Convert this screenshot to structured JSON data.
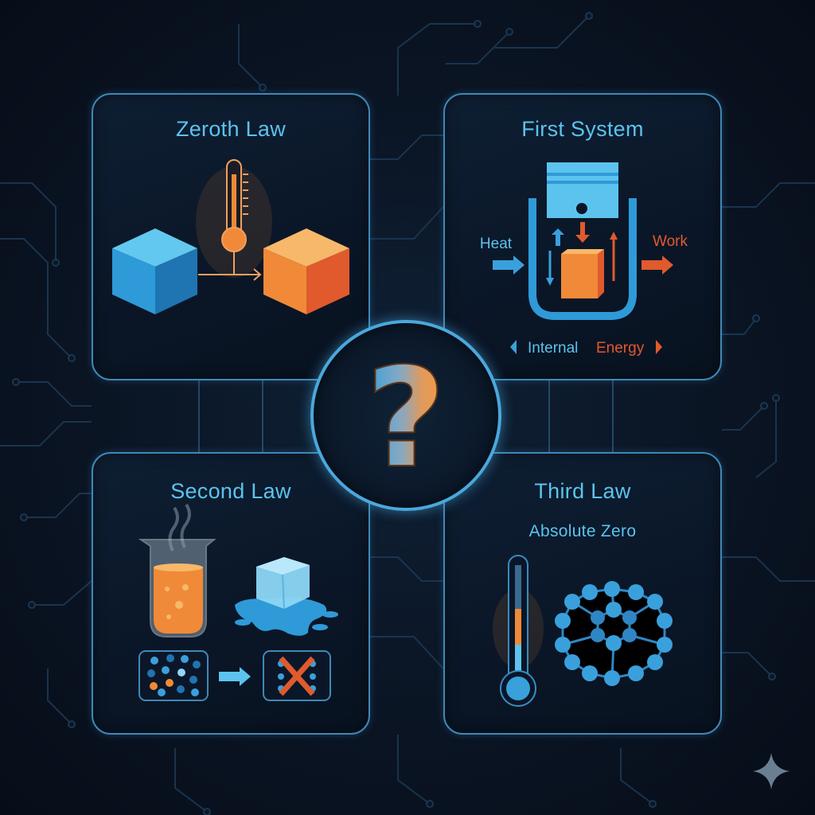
{
  "colors": {
    "background": "#0b1626",
    "panel_border": "#3f88b8",
    "title": "#5cc3ee",
    "accent_blue": "#3aa0dc",
    "accent_orange": "#f08a38",
    "accent_red": "#e05a2e"
  },
  "panels": [
    {
      "id": "zeroth",
      "title": "Zeroth Law",
      "illustration": [
        "blue-cube",
        "thermometer-icon",
        "arrow-right",
        "orange-cube"
      ]
    },
    {
      "id": "first",
      "title": "First System",
      "labels": {
        "heat": "Heat",
        "work": "Work",
        "internal": "Internal",
        "energy": "Energy"
      },
      "illustration": [
        "piston-cylinder",
        "orange-cube",
        "heat-arrow",
        "work-arrow"
      ]
    },
    {
      "id": "second",
      "title": "Second Law",
      "illustration": [
        "beaker-hot-liquid",
        "melting-ice-cube",
        "disordered-particles",
        "arrow-right",
        "ordered-particles-crossed"
      ]
    },
    {
      "id": "third",
      "title": "Third Law",
      "subtitle": "Absolute Zero",
      "illustration": [
        "thermometer-cold",
        "fullerene-molecule"
      ]
    }
  ],
  "center": {
    "symbol": "?",
    "icon": "question-mark-icon"
  },
  "corner_icon": "sparkle-icon"
}
